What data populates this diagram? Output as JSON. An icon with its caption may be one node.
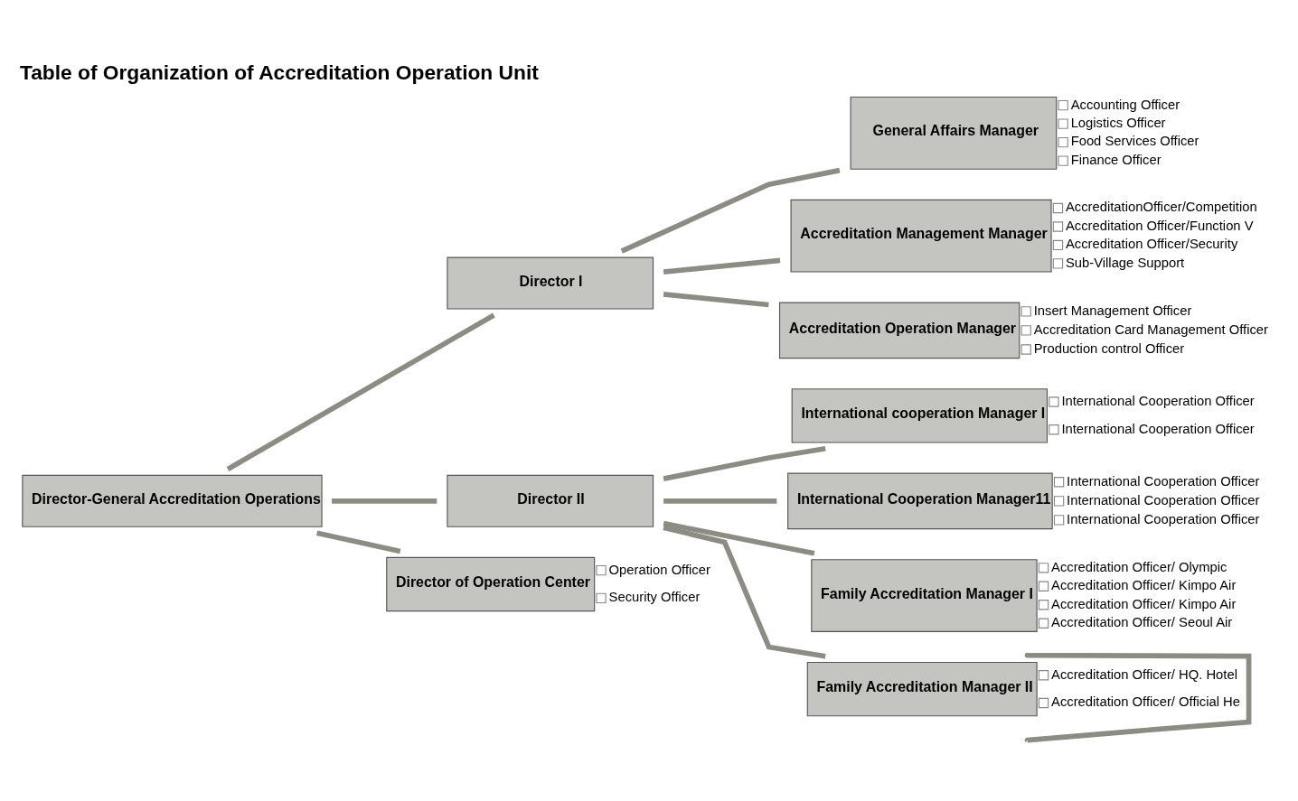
{
  "diagram": {
    "title": "Table of Organization of Accreditation Operation Unit",
    "nodes": [
      {
        "text": [
          "Director-General Accreditation Operations"
        ]
      },
      {
        "text": [
          "Director I"
        ]
      },
      {
        "text": [
          "Director II"
        ]
      },
      {
        "text": [
          "Director of Operation Center"
        ],
        "beside": [
          "Operation Officer",
          "Security Officer"
        ]
      },
      {
        "text": [
          "General Affairs Manager"
        ],
        "beside": [
          "Accounting Officer",
          "Logistics Officer",
          "Food Services Officer",
          "Finance Officer"
        ]
      },
      {
        "text": [
          "Accreditation Management Manager"
        ],
        "beside": [
          "AccreditationOfficer/Competition",
          "Accreditation Officer/Function V",
          "Accreditation Officer/Security",
          "Sub-Village Support"
        ]
      },
      {
        "text": [
          "Accreditation Operation Manager"
        ],
        "beside": [
          "Insert Management Officer",
          "Accreditation Card Management Officer",
          "Production control Officer"
        ]
      },
      {
        "text": [
          "International cooperation Manager I"
        ],
        "beside": [
          "International Cooperation Officer",
          "International Cooperation Officer"
        ]
      },
      {
        "text": [
          "International Cooperation Manager11"
        ],
        "beside": [
          "International Cooperation Officer",
          "International Cooperation Officer",
          "International Cooperation Officer"
        ]
      },
      {
        "text": [
          "Family Accreditation Manager I"
        ],
        "beside": [
          "Accreditation Officer/ Olympic",
          "Accreditation Officer/ Kimpo Air",
          "Accreditation Officer/ Kimpo Air",
          "Accreditation Officer/ Seoul Air"
        ]
      },
      {
        "text": [
          "Family Accreditation Manager II"
        ],
        "beside": [
          "Accreditation Officer/ HQ. Hotel",
          "Accreditation Officer/ Official He"
        ]
      }
    ],
    "edges": [
      {
        "from": 0,
        "to": 1,
        "arrow": "none"
      },
      {
        "from": 0,
        "to": 2,
        "arrow": "none"
      },
      {
        "from": 0,
        "to": 3,
        "arrow": "none"
      },
      {
        "from": 1,
        "to": 4,
        "arrow": "none"
      },
      {
        "from": 1,
        "to": 5,
        "arrow": "none"
      },
      {
        "from": 1,
        "to": 6,
        "arrow": "none"
      },
      {
        "from": 2,
        "to": 7,
        "arrow": "none"
      },
      {
        "from": 2,
        "to": 8,
        "arrow": "none"
      },
      {
        "from": 2,
        "to": 9,
        "arrow": "none"
      },
      {
        "from": 2,
        "to": 10,
        "arrow": "none"
      },
      {
        "from": 10,
        "to": null,
        "arrow": "none"
      }
    ]
  }
}
